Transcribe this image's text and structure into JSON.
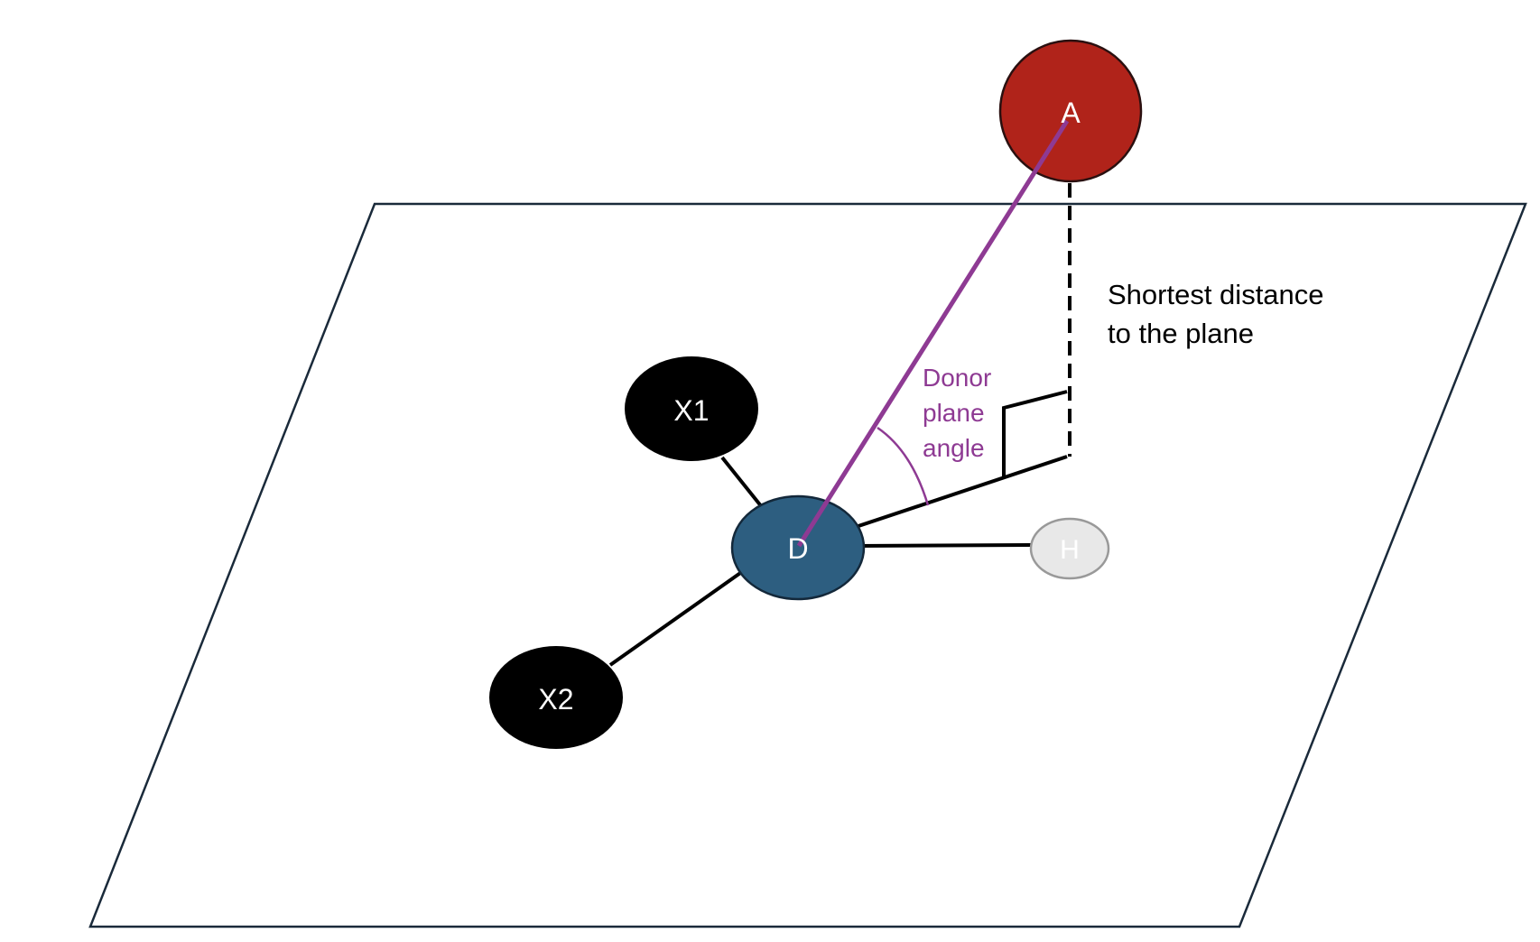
{
  "diagram": {
    "atoms": {
      "acceptor": {
        "label": "A",
        "fill": "#b0231a"
      },
      "donor": {
        "label": "D",
        "fill": "#2d5e80"
      },
      "x1": {
        "label": "X1",
        "fill": "#000000"
      },
      "x2": {
        "label": "X2",
        "fill": "#000000"
      },
      "hydrogen": {
        "label": "H",
        "fill": "#e8e8e8"
      }
    },
    "annotations": {
      "shortest_distance_line1": "Shortest distance",
      "shortest_distance_line2": "to the plane",
      "donor_plane_angle_line1": "Donor",
      "donor_plane_angle_line2": "plane",
      "donor_plane_angle_line3": "angle"
    },
    "colors": {
      "angle_line": "#8e3a93",
      "plane_outline": "#1a2a3a",
      "bonds": "#000000"
    }
  }
}
